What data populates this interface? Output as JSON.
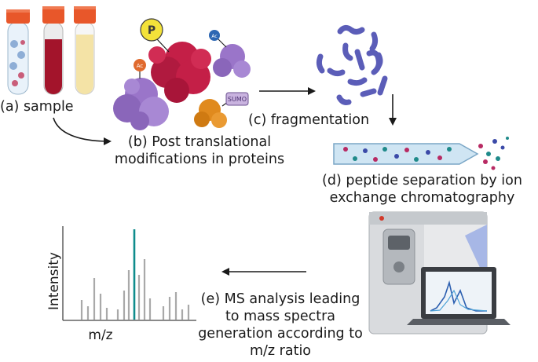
{
  "diagram": {
    "steps": {
      "a": {
        "label": "(a) sample"
      },
      "b": {
        "line1": "(b) Post translational",
        "line2": "modifications in proteins"
      },
      "c": {
        "label": "(c) fragmentation"
      },
      "d": {
        "line1": "(d) peptide separation by ion",
        "line2": "exchange chromatography"
      },
      "e": {
        "line1": "(e) MS analysis leading",
        "line2": "to mass spectra",
        "line3": "generation according to",
        "line4": "m/z ratio"
      }
    },
    "ptm_tags": {
      "phospho": "P",
      "acetyl_small": "Ac",
      "acetyl_left": "Ac",
      "sumo": "SUMO"
    },
    "spectrum": {
      "ylabel": "Intensity",
      "xlabel": "m/z"
    }
  },
  "colors": {
    "blood": "#a3142b",
    "plasma": "#f4e3a6",
    "tube_cap": "#e8572a",
    "protein_red": "#c41f47",
    "protein_purple": "#9a75c9",
    "protein_orange": "#e08a1e",
    "peptide_blue": "#5b5db8",
    "highlight_peak": "#0e8c8c",
    "arrow": "#1a1a1a"
  }
}
